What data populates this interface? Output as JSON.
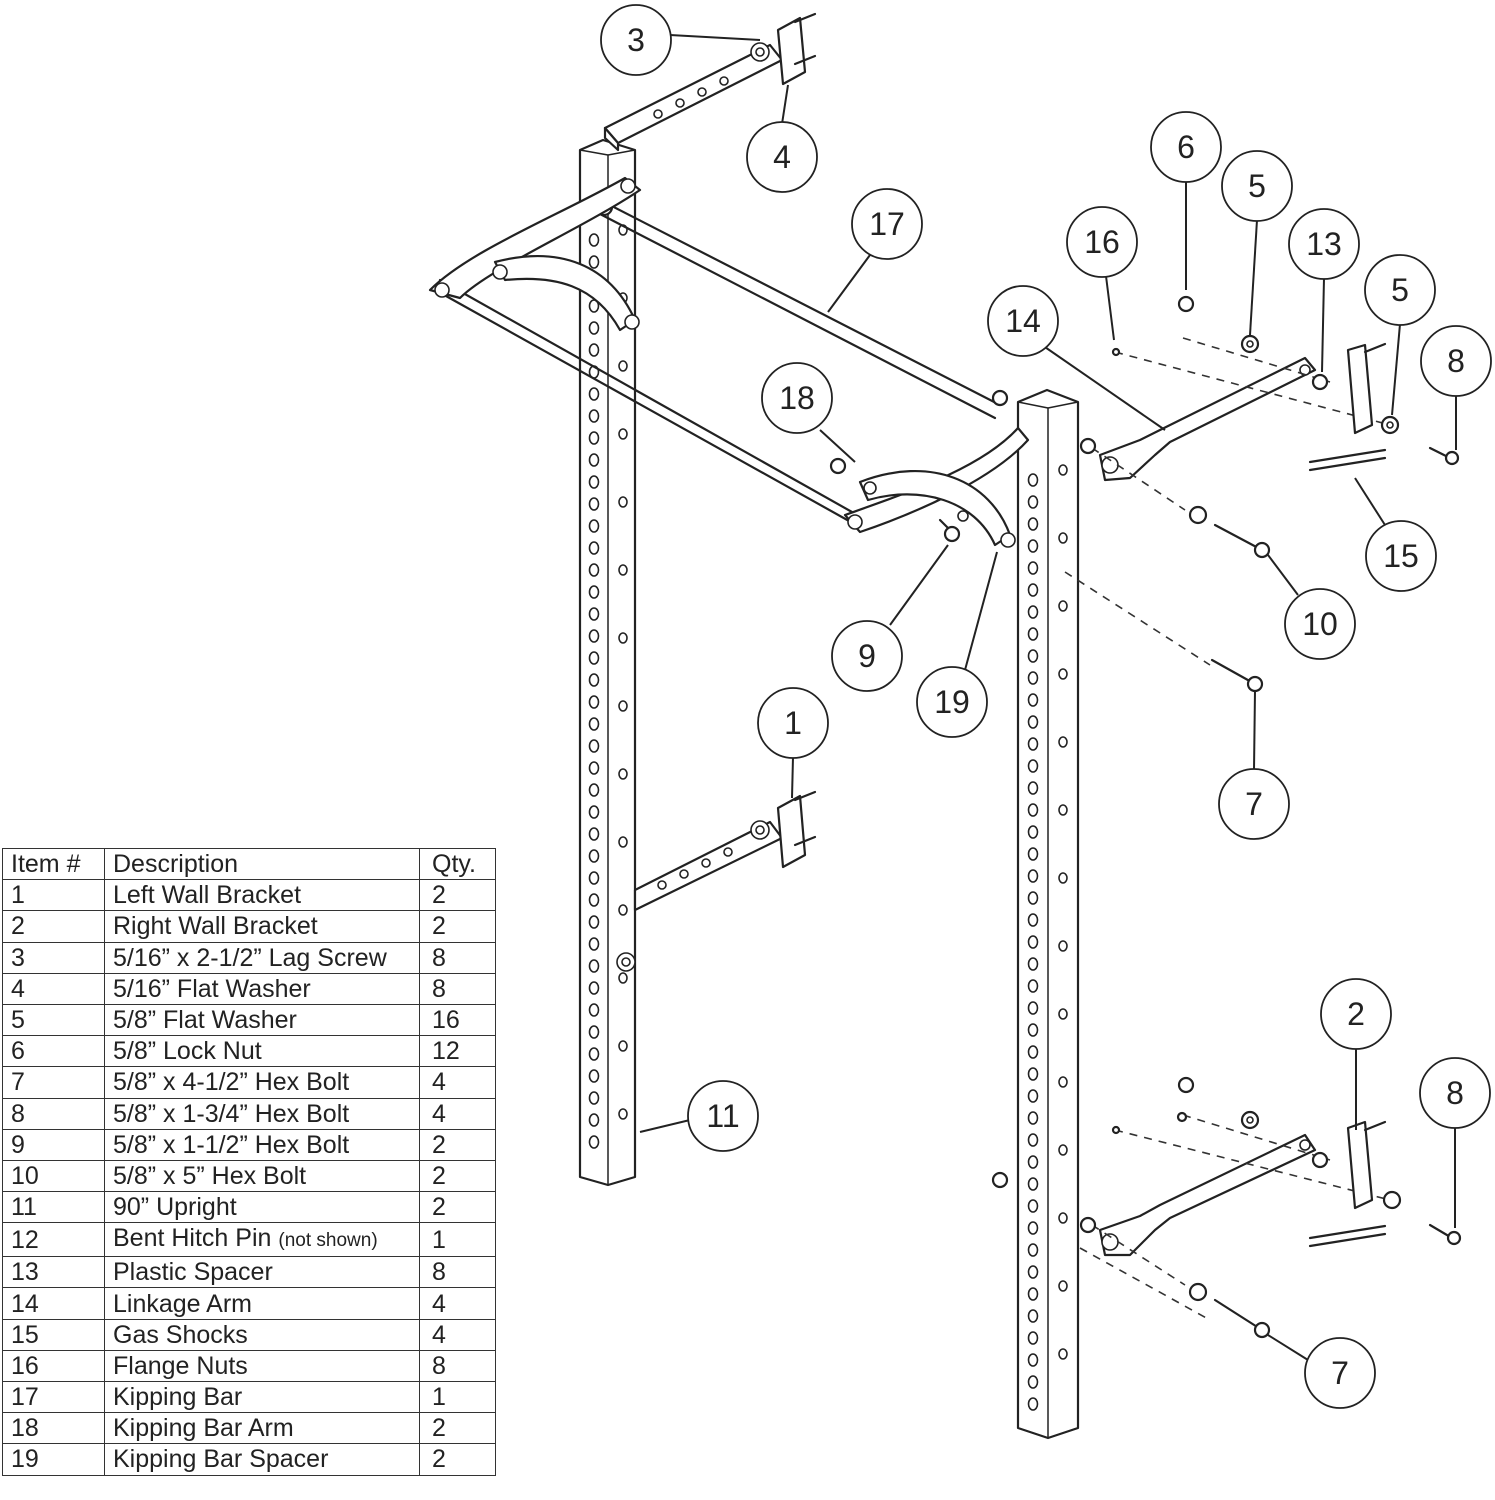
{
  "callouts": [
    "3",
    "4",
    "17",
    "6",
    "5",
    "16",
    "13",
    "5",
    "14",
    "8",
    "18",
    "15",
    "10",
    "9",
    "19",
    "7",
    "1",
    "11",
    "2",
    "8",
    "7"
  ],
  "table": {
    "headers": [
      "Item #",
      "Description",
      "Qty."
    ],
    "rows": [
      {
        "item": "1",
        "desc": "Left Wall Bracket",
        "note": "",
        "qty": "2"
      },
      {
        "item": "2",
        "desc": "Right Wall Bracket",
        "note": "",
        "qty": "2"
      },
      {
        "item": "3",
        "desc": "5/16” x 2-1/2” Lag Screw",
        "note": "",
        "qty": "8"
      },
      {
        "item": "4",
        "desc": "5/16” Flat Washer",
        "note": "",
        "qty": "8"
      },
      {
        "item": "5",
        "desc": "5/8” Flat Washer",
        "note": "",
        "qty": "16"
      },
      {
        "item": "6",
        "desc": "5/8” Lock Nut",
        "note": "",
        "qty": "12"
      },
      {
        "item": "7",
        "desc": "5/8” x 4-1/2” Hex Bolt",
        "note": "",
        "qty": "4"
      },
      {
        "item": "8",
        "desc": "5/8” x 1-3/4” Hex Bolt",
        "note": "",
        "qty": "4"
      },
      {
        "item": "9",
        "desc": "5/8” x 1-1/2” Hex Bolt",
        "note": "",
        "qty": "2"
      },
      {
        "item": "10",
        "desc": "5/8” x 5” Hex Bolt",
        "note": "",
        "qty": "2"
      },
      {
        "item": "11",
        "desc": "90” Upright",
        "note": "",
        "qty": "2"
      },
      {
        "item": "12",
        "desc": "Bent Hitch Pin",
        "note": "(not shown)",
        "qty": "1"
      },
      {
        "item": "13",
        "desc": "Plastic Spacer",
        "note": "",
        "qty": "8"
      },
      {
        "item": "14",
        "desc": "Linkage Arm",
        "note": "",
        "qty": "4"
      },
      {
        "item": "15",
        "desc": "Gas Shocks",
        "note": "",
        "qty": "4"
      },
      {
        "item": "16",
        "desc": "Flange Nuts",
        "note": "",
        "qty": "8"
      },
      {
        "item": "17",
        "desc": "Kipping Bar",
        "note": "",
        "qty": "1"
      },
      {
        "item": "18",
        "desc": "Kipping Bar Arm",
        "note": "",
        "qty": "2"
      },
      {
        "item": "19",
        "desc": "Kipping Bar Spacer",
        "note": "",
        "qty": "2"
      }
    ]
  }
}
